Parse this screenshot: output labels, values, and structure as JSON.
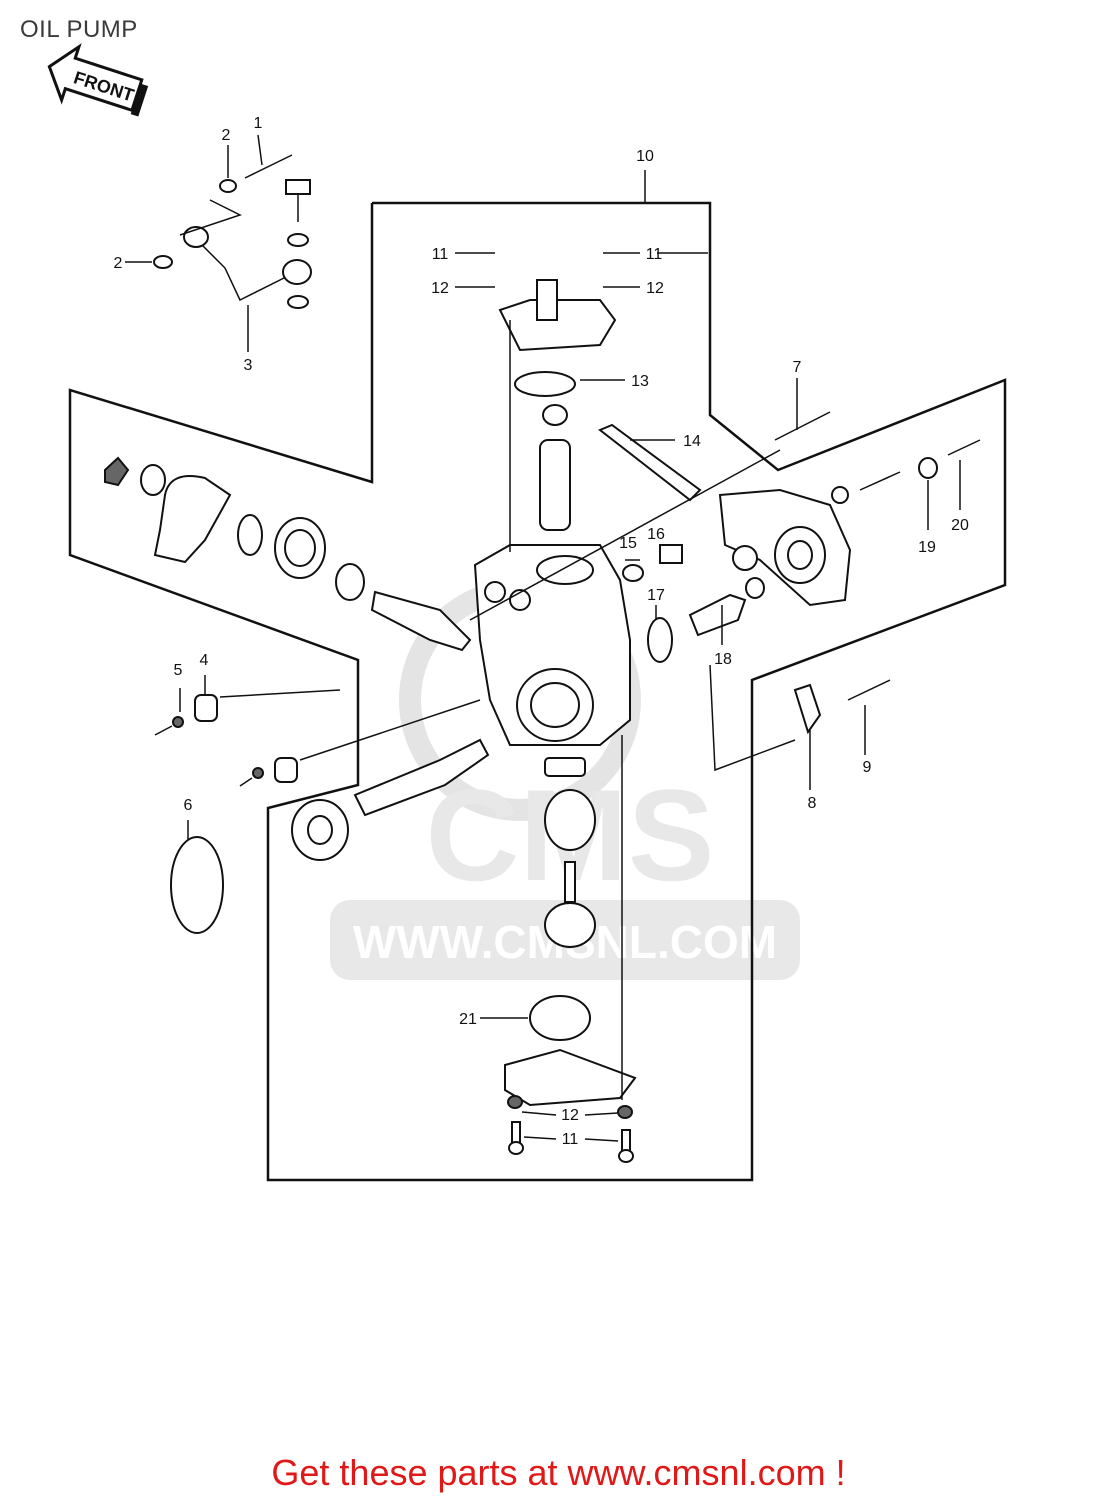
{
  "title": "OIL PUMP",
  "front_label": "FRONT",
  "watermark": {
    "brand": "CMS",
    "site": "WWW.CMSNL.COM"
  },
  "callouts": [
    {
      "id": "c1",
      "text": "1"
    },
    {
      "id": "c2a",
      "text": "2"
    },
    {
      "id": "c2b",
      "text": "2"
    },
    {
      "id": "c3",
      "text": "3"
    },
    {
      "id": "c4",
      "text": "4"
    },
    {
      "id": "c5",
      "text": "5"
    },
    {
      "id": "c6",
      "text": "6"
    },
    {
      "id": "c7",
      "text": "7"
    },
    {
      "id": "c8",
      "text": "8"
    },
    {
      "id": "c9",
      "text": "9"
    },
    {
      "id": "c10",
      "text": "10"
    },
    {
      "id": "c11a",
      "text": "11"
    },
    {
      "id": "c11b",
      "text": "11"
    },
    {
      "id": "c11c",
      "text": "11"
    },
    {
      "id": "c12a",
      "text": "12"
    },
    {
      "id": "c12b",
      "text": "12"
    },
    {
      "id": "c12c",
      "text": "12"
    },
    {
      "id": "c13",
      "text": "13"
    },
    {
      "id": "c14",
      "text": "14"
    },
    {
      "id": "c15",
      "text": "15"
    },
    {
      "id": "c16",
      "text": "16"
    },
    {
      "id": "c17",
      "text": "17"
    },
    {
      "id": "c18",
      "text": "18"
    },
    {
      "id": "c19",
      "text": "19"
    },
    {
      "id": "c20",
      "text": "20"
    },
    {
      "id": "c21",
      "text": "21"
    }
  ],
  "footer": "Get these parts at www.cmsnl.com !"
}
